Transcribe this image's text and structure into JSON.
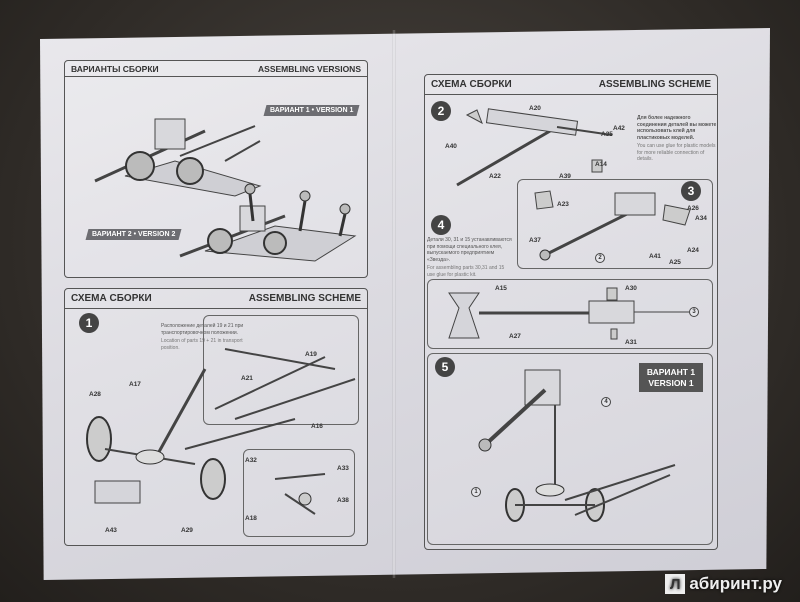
{
  "left": {
    "versions_panel": {
      "title_ru": "ВАРИАНТЫ СБОРКИ",
      "title_en": "ASSEMBLING VERSIONS",
      "version1_label": "ВАРИАНТ 1 • VERSION 1",
      "version2_label": "ВАРИАНТ 2 • VERSION 2"
    },
    "scheme_panel": {
      "title_ru": "СХЕМА СБОРКИ",
      "title_en": "ASSEMBLING SCHEME",
      "step": "1",
      "note_ru": "Расположение деталей 19 и 21 при транспортировочном положении.",
      "note_en": "Location of parts 19 + 21 in transport position.",
      "parts": [
        "A17",
        "A19",
        "A21",
        "A16",
        "A28",
        "A32",
        "A33",
        "A38",
        "A18",
        "A43",
        "A29"
      ]
    }
  },
  "right": {
    "scheme_panel": {
      "title_ru": "СХЕМА СБОРКИ",
      "title_en": "ASSEMBLING SCHEME",
      "glue_note_ru": "Для более надежного соединения деталей вы можете использовать клей для пластиковых моделей.",
      "glue_note_en": "You can use glue for plastic models for more reliable connection of details.",
      "step2": {
        "number": "2",
        "parts": [
          "A20",
          "A42",
          "A35",
          "A40",
          "A14",
          "A39",
          "A22"
        ]
      },
      "step3": {
        "number": "3",
        "parts": [
          "A23",
          "A26",
          "A34",
          "A37",
          "A41",
          "A25",
          "A24"
        ],
        "ref": "2"
      },
      "step4": {
        "number": "4",
        "note_ru": "Детали 30, 31 и 15 устанавливаются при помощи специального клея, выпускаемого предприятием «Звезда».",
        "note_en": "For assembling parts 30,31 and 15 use glue for plastic kit.",
        "parts": [
          "A15",
          "A30",
          "A27",
          "A31"
        ],
        "ref": "3"
      },
      "step5": {
        "number": "5",
        "ref_top": "4",
        "ref_bottom": "1"
      },
      "variant_label": "ВАРИАНТ 1\nVERSION 1"
    }
  },
  "watermark": {
    "icon": "Л",
    "text": "абиринт.ру"
  }
}
